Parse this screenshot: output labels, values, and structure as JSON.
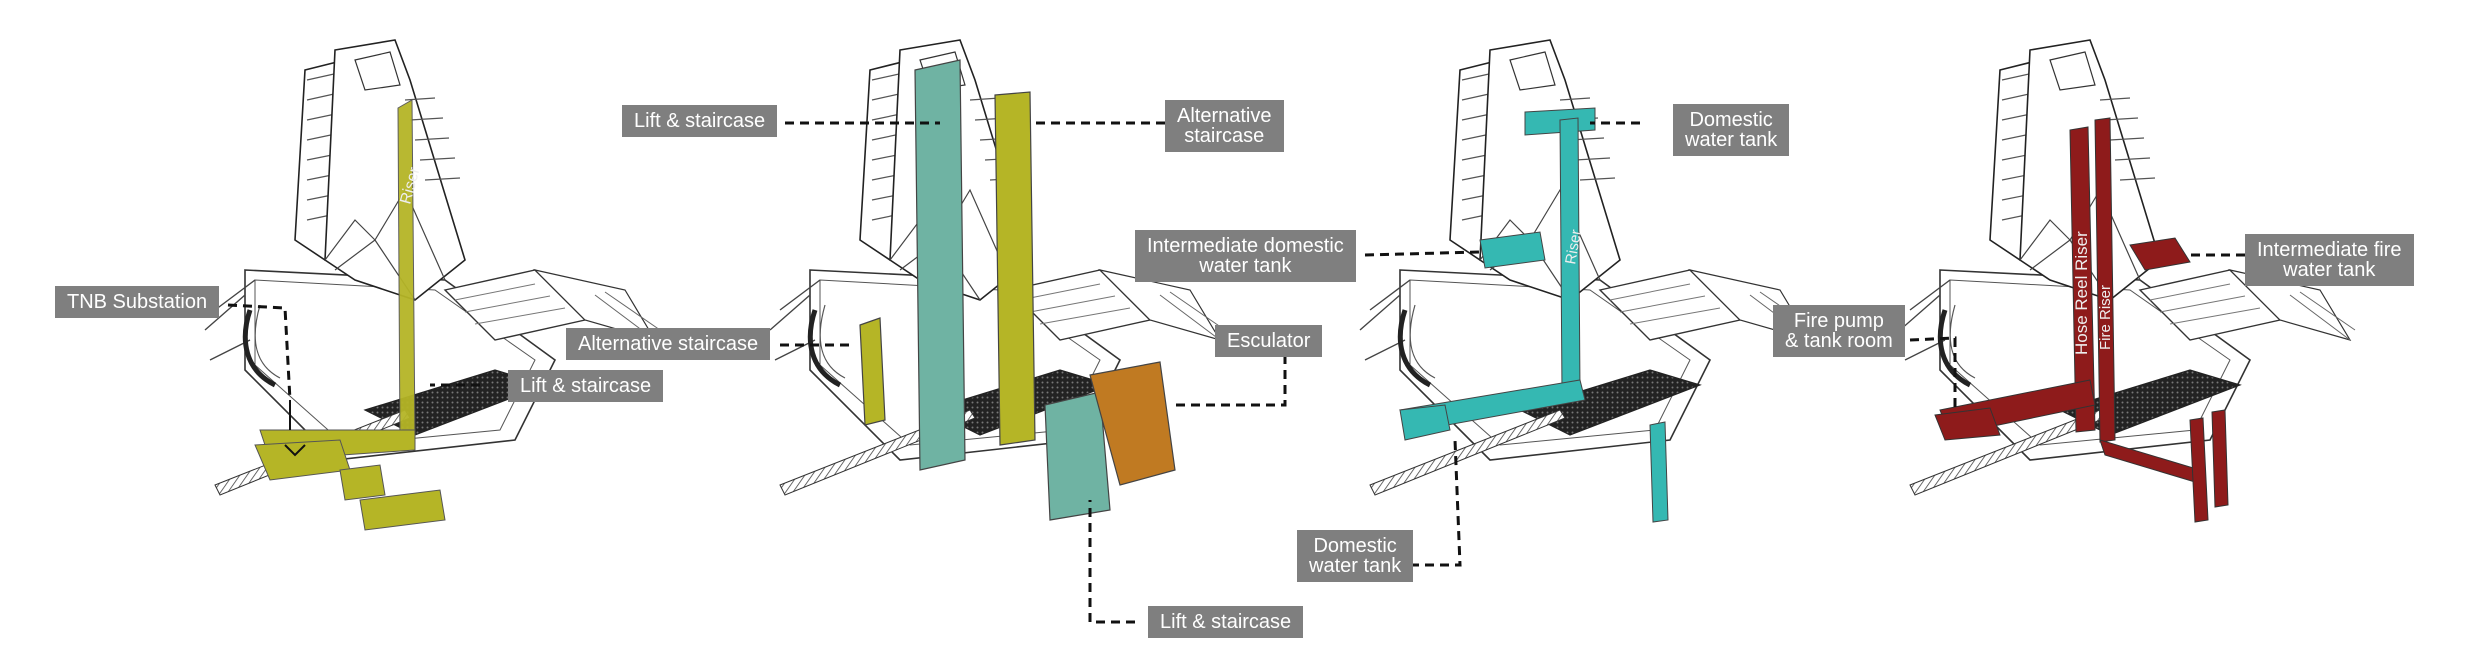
{
  "colors": {
    "electrical": "#b5b526",
    "circulation": "#6fb3a3",
    "escalator": "#c07a22",
    "water": "#35b8b2",
    "fire": "#8e1b1b",
    "label_bg": "#7f7f7f",
    "label_text": "#ffffff",
    "linework": "#333333"
  },
  "panels": [
    {
      "id": "electrical",
      "labels": {
        "tnb_substation": "TNB Substation",
        "lift_staircase": "Lift & staircase"
      },
      "riser_text": "Riser"
    },
    {
      "id": "circulation",
      "labels": {
        "lift_staircase_top": "Lift & staircase",
        "alternative_staircase_top_1": "Alternative",
        "alternative_staircase_top_2": "staircase",
        "alternative_staircase_left": "Alternative staircase",
        "esculator": "Esculator",
        "lift_staircase_bottom": "Lift & staircase"
      }
    },
    {
      "id": "water",
      "labels": {
        "domestic_top_1": "Domestic",
        "domestic_top_2": "water tank",
        "intermediate_1": "Intermediate domestic",
        "intermediate_2": "water tank",
        "domestic_bottom_1": "Domestic",
        "domestic_bottom_2": "water tank"
      },
      "riser_text": "Riser"
    },
    {
      "id": "fire",
      "labels": {
        "intermediate_fire_1": "Intermediate fire",
        "intermediate_fire_2": "water tank",
        "fire_pump_1": "Fire pump",
        "fire_pump_2": "& tank room"
      },
      "riser_texts": {
        "hose_reel": "Hose Reel Riser",
        "fire_riser": "Fire Riser"
      }
    }
  ]
}
